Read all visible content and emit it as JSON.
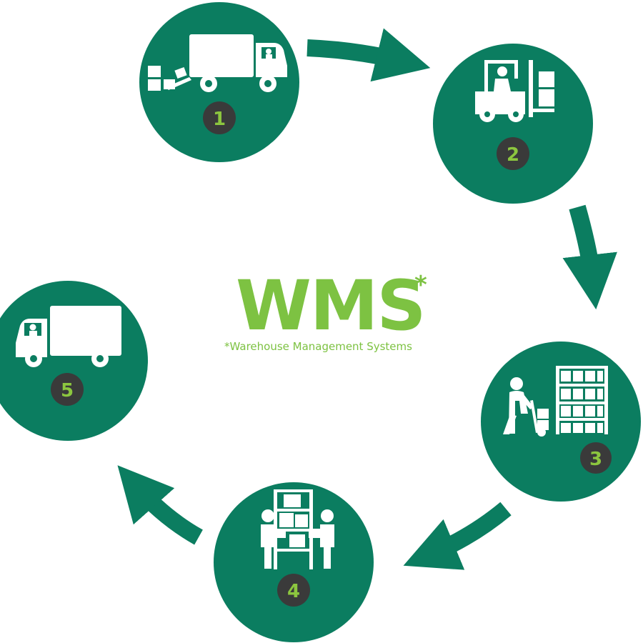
{
  "colors": {
    "circle": "#0b7d60",
    "arrow": "#0b7d60",
    "icon": "#ffffff",
    "badge": "#3a3a3a",
    "number": "#8cc63f",
    "title": "#7dc242"
  },
  "title": {
    "text": "WMS",
    "star": "*",
    "subtitle": "*Warehouse Management Systems"
  },
  "steps": [
    {
      "number": "1",
      "icon": "truck-loading-icon"
    },
    {
      "number": "2",
      "icon": "forklift-icon"
    },
    {
      "number": "3",
      "icon": "worker-hand-truck-shelf-icon"
    },
    {
      "number": "4",
      "icon": "workers-shelf-boxes-icon"
    },
    {
      "number": "5",
      "icon": "delivery-truck-icon"
    }
  ]
}
